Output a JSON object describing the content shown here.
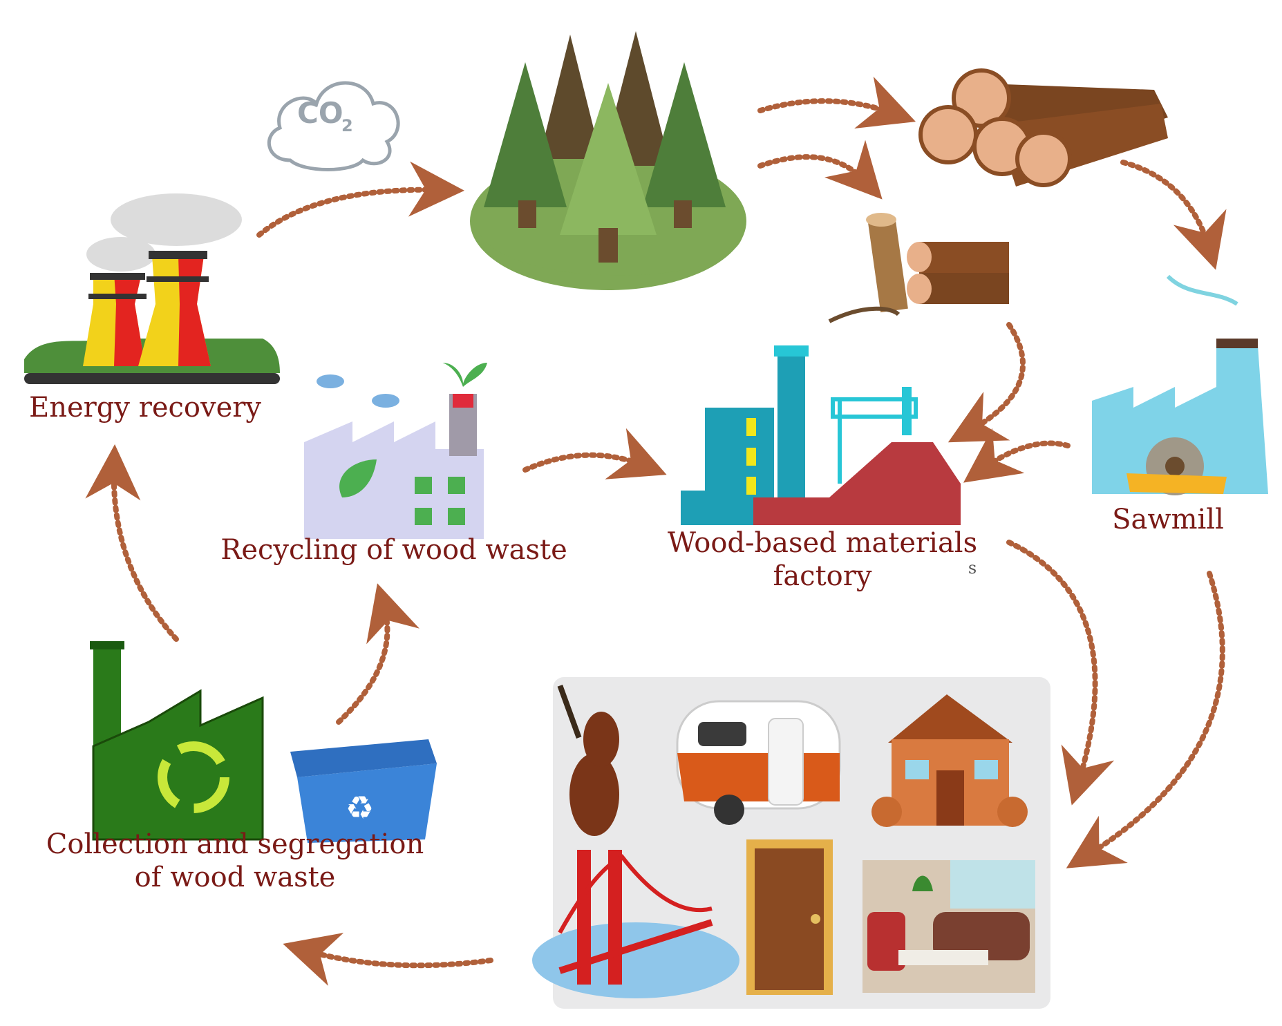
{
  "co2": {
    "main": "CO",
    "sub": "2"
  },
  "labels": {
    "energy_recovery": "Energy recovery",
    "recycling": "Recycling of wood waste",
    "wood_factory_line1": "Wood-based materials",
    "wood_factory_line2": "factory",
    "wood_factory_stray": "s",
    "sawmill": "Sawmill",
    "collection_line1": "Collection and segregation",
    "collection_line2": "of wood waste"
  },
  "colors": {
    "label_text": "#7a1a16",
    "arrow": "#b0603a",
    "forest_dark": "#5a4a2a",
    "forest_green": "#4f8a3f",
    "products_panel": "#e9e9ea"
  }
}
